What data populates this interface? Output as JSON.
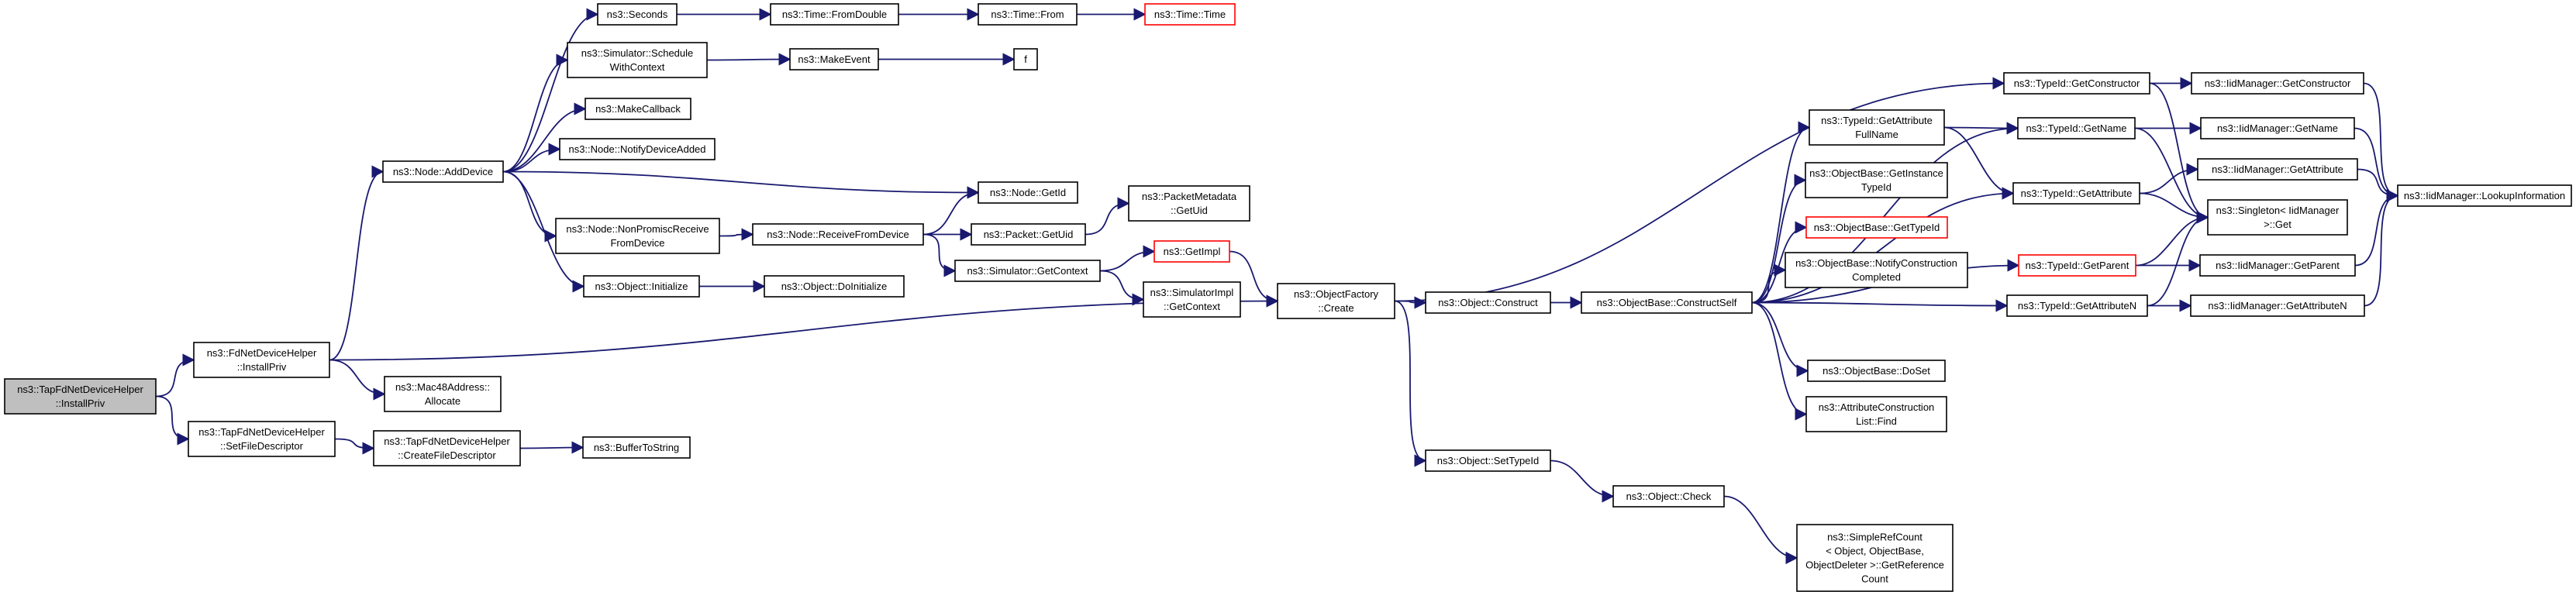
{
  "diagram": {
    "edge_color": "#191970",
    "root_fill": "#bfbfbf",
    "missing_border_color": "#ff0000",
    "nodes": [
      {
        "id": "root",
        "lines": [
          "ns3::TapFdNetDeviceHelper",
          "::InstallPriv"
        ],
        "style": "root"
      },
      {
        "id": "fdInstallPriv",
        "lines": [
          "ns3::FdNetDeviceHelper",
          "::InstallPriv"
        ]
      },
      {
        "id": "setFileDescriptor",
        "lines": [
          "ns3::TapFdNetDeviceHelper",
          "::SetFileDescriptor"
        ]
      },
      {
        "id": "createFileDescriptor",
        "lines": [
          "ns3::TapFdNetDeviceHelper",
          "::CreateFileDescriptor"
        ]
      },
      {
        "id": "bufferToString",
        "lines": [
          "ns3::BufferToString"
        ]
      },
      {
        "id": "addDevice",
        "lines": [
          "ns3::Node::AddDevice"
        ]
      },
      {
        "id": "mac48Allocate",
        "lines": [
          "ns3::Mac48Address::",
          "Allocate"
        ]
      },
      {
        "id": "seconds",
        "lines": [
          "ns3::Seconds"
        ]
      },
      {
        "id": "timeFromDouble",
        "lines": [
          "ns3::Time::FromDouble"
        ]
      },
      {
        "id": "timeFrom",
        "lines": [
          "ns3::Time::From"
        ]
      },
      {
        "id": "timeTime",
        "lines": [
          "ns3::Time::Time"
        ],
        "style": "red"
      },
      {
        "id": "scheduleWithContext",
        "lines": [
          "ns3::Simulator::Schedule",
          "WithContext"
        ]
      },
      {
        "id": "makeEvent",
        "lines": [
          "ns3::MakeEvent"
        ]
      },
      {
        "id": "f",
        "lines": [
          "f"
        ]
      },
      {
        "id": "makeCallback",
        "lines": [
          "ns3::MakeCallback"
        ]
      },
      {
        "id": "notifyDeviceAdded",
        "lines": [
          "ns3::Node::NotifyDeviceAdded"
        ]
      },
      {
        "id": "nodeGetId",
        "lines": [
          "ns3::Node::GetId"
        ]
      },
      {
        "id": "nonPromisc",
        "lines": [
          "ns3::Node::NonPromiscReceive",
          "FromDevice"
        ]
      },
      {
        "id": "receiveFromDevice",
        "lines": [
          "ns3::Node::ReceiveFromDevice"
        ]
      },
      {
        "id": "packetGetUid",
        "lines": [
          "ns3::Packet::GetUid"
        ]
      },
      {
        "id": "packetMetadataGetUid",
        "lines": [
          "ns3::PacketMetadata",
          "::GetUid"
        ]
      },
      {
        "id": "getContext",
        "lines": [
          "ns3::Simulator::GetContext"
        ]
      },
      {
        "id": "getImpl",
        "lines": [
          "ns3::GetImpl"
        ],
        "style": "red"
      },
      {
        "id": "simImplGetContext",
        "lines": [
          "ns3::SimulatorImpl",
          "::GetContext"
        ]
      },
      {
        "id": "objectInitialize",
        "lines": [
          "ns3::Object::Initialize"
        ]
      },
      {
        "id": "objectDoInitialize",
        "lines": [
          "ns3::Object::DoInitialize"
        ]
      },
      {
        "id": "objectFactoryCreate",
        "lines": [
          "ns3::ObjectFactory",
          "::Create"
        ]
      },
      {
        "id": "objectConstruct",
        "lines": [
          "ns3::Object::Construct"
        ]
      },
      {
        "id": "constructSelf",
        "lines": [
          "ns3::ObjectBase::ConstructSelf"
        ]
      },
      {
        "id": "setTypeId",
        "lines": [
          "ns3::Object::SetTypeId"
        ]
      },
      {
        "id": "objectCheck",
        "lines": [
          "ns3::Object::Check"
        ]
      },
      {
        "id": "simpleRefCount",
        "lines": [
          "ns3::SimpleRefCount",
          "< Object, ObjectBase,",
          "ObjectDeleter >::GetReference",
          "Count"
        ]
      },
      {
        "id": "getAttributeFullName",
        "lines": [
          "ns3::TypeId::GetAttribute",
          "FullName"
        ]
      },
      {
        "id": "getInstanceTypeId",
        "lines": [
          "ns3::ObjectBase::GetInstance",
          "TypeId"
        ]
      },
      {
        "id": "objectBaseGetTypeId",
        "lines": [
          "ns3::ObjectBase::GetTypeId"
        ],
        "style": "red"
      },
      {
        "id": "notifyConstructionCompleted",
        "lines": [
          "ns3::ObjectBase::NotifyConstruction",
          "Completed"
        ]
      },
      {
        "id": "doSet",
        "lines": [
          "ns3::ObjectBase::DoSet"
        ]
      },
      {
        "id": "attributeConstructionListFind",
        "lines": [
          "ns3::AttributeConstruction",
          "List::Find"
        ]
      },
      {
        "id": "typeIdGetConstructor",
        "lines": [
          "ns3::TypeId::GetConstructor"
        ]
      },
      {
        "id": "typeIdGetName",
        "lines": [
          "ns3::TypeId::GetName"
        ]
      },
      {
        "id": "typeIdGetAttribute",
        "lines": [
          "ns3::TypeId::GetAttribute"
        ]
      },
      {
        "id": "typeIdGetParent",
        "lines": [
          "ns3::TypeId::GetParent"
        ],
        "style": "red"
      },
      {
        "id": "typeIdGetAttributeN",
        "lines": [
          "ns3::TypeId::GetAttributeN"
        ]
      },
      {
        "id": "iidGetConstructor",
        "lines": [
          "ns3::IidManager::GetConstructor"
        ]
      },
      {
        "id": "iidGetName",
        "lines": [
          "ns3::IidManager::GetName"
        ]
      },
      {
        "id": "iidGetAttribute",
        "lines": [
          "ns3::IidManager::GetAttribute"
        ]
      },
      {
        "id": "singletonGet",
        "lines": [
          "ns3::Singleton< IidManager",
          ">::Get"
        ]
      },
      {
        "id": "iidGetParent",
        "lines": [
          "ns3::IidManager::GetParent"
        ]
      },
      {
        "id": "iidGetAttributeN",
        "lines": [
          "ns3::IidManager::GetAttributeN"
        ]
      },
      {
        "id": "lookupInformation",
        "lines": [
          "ns3::IidManager::LookupInformation"
        ]
      }
    ],
    "edges": [
      [
        "root",
        "fdInstallPriv"
      ],
      [
        "root",
        "setFileDescriptor"
      ],
      [
        "setFileDescriptor",
        "createFileDescriptor"
      ],
      [
        "createFileDescriptor",
        "bufferToString"
      ],
      [
        "fdInstallPriv",
        "addDevice"
      ],
      [
        "fdInstallPriv",
        "mac48Allocate"
      ],
      [
        "fdInstallPriv",
        "objectFactoryCreate"
      ],
      [
        "addDevice",
        "seconds"
      ],
      [
        "addDevice",
        "scheduleWithContext"
      ],
      [
        "addDevice",
        "makeCallback"
      ],
      [
        "addDevice",
        "notifyDeviceAdded"
      ],
      [
        "addDevice",
        "nodeGetId"
      ],
      [
        "addDevice",
        "nonPromisc"
      ],
      [
        "addDevice",
        "objectInitialize"
      ],
      [
        "seconds",
        "timeFromDouble"
      ],
      [
        "timeFromDouble",
        "timeFrom"
      ],
      [
        "timeFrom",
        "timeTime"
      ],
      [
        "scheduleWithContext",
        "makeEvent"
      ],
      [
        "makeEvent",
        "f"
      ],
      [
        "nonPromisc",
        "receiveFromDevice"
      ],
      [
        "receiveFromDevice",
        "nodeGetId"
      ],
      [
        "receiveFromDevice",
        "packetGetUid"
      ],
      [
        "receiveFromDevice",
        "getContext"
      ],
      [
        "packetGetUid",
        "packetMetadataGetUid"
      ],
      [
        "getContext",
        "getImpl"
      ],
      [
        "getContext",
        "simImplGetContext"
      ],
      [
        "getImpl",
        "objectFactoryCreate"
      ],
      [
        "objectInitialize",
        "objectDoInitialize"
      ],
      [
        "objectFactoryCreate",
        "objectConstruct"
      ],
      [
        "objectFactoryCreate",
        "setTypeId"
      ],
      [
        "objectFactoryCreate",
        "typeIdGetConstructor"
      ],
      [
        "objectConstruct",
        "constructSelf"
      ],
      [
        "setTypeId",
        "objectCheck"
      ],
      [
        "objectCheck",
        "simpleRefCount"
      ],
      [
        "constructSelf",
        "getAttributeFullName"
      ],
      [
        "constructSelf",
        "getInstanceTypeId"
      ],
      [
        "constructSelf",
        "objectBaseGetTypeId"
      ],
      [
        "constructSelf",
        "notifyConstructionCompleted"
      ],
      [
        "constructSelf",
        "doSet"
      ],
      [
        "constructSelf",
        "attributeConstructionListFind"
      ],
      [
        "constructSelf",
        "typeIdGetName"
      ],
      [
        "constructSelf",
        "typeIdGetAttribute"
      ],
      [
        "constructSelf",
        "typeIdGetParent"
      ],
      [
        "constructSelf",
        "typeIdGetAttributeN"
      ],
      [
        "getAttributeFullName",
        "typeIdGetName"
      ],
      [
        "getAttributeFullName",
        "typeIdGetAttribute"
      ],
      [
        "typeIdGetConstructor",
        "iidGetConstructor"
      ],
      [
        "typeIdGetConstructor",
        "singletonGet"
      ],
      [
        "typeIdGetName",
        "iidGetName"
      ],
      [
        "typeIdGetName",
        "singletonGet"
      ],
      [
        "typeIdGetAttribute",
        "iidGetAttribute"
      ],
      [
        "typeIdGetAttribute",
        "singletonGet"
      ],
      [
        "typeIdGetParent",
        "iidGetParent"
      ],
      [
        "typeIdGetParent",
        "singletonGet"
      ],
      [
        "typeIdGetAttributeN",
        "iidGetAttributeN"
      ],
      [
        "typeIdGetAttributeN",
        "singletonGet"
      ],
      [
        "iidGetConstructor",
        "lookupInformation"
      ],
      [
        "iidGetName",
        "lookupInformation"
      ],
      [
        "iidGetAttribute",
        "lookupInformation"
      ],
      [
        "iidGetParent",
        "lookupInformation"
      ],
      [
        "iidGetAttributeN",
        "lookupInformation"
      ]
    ]
  }
}
